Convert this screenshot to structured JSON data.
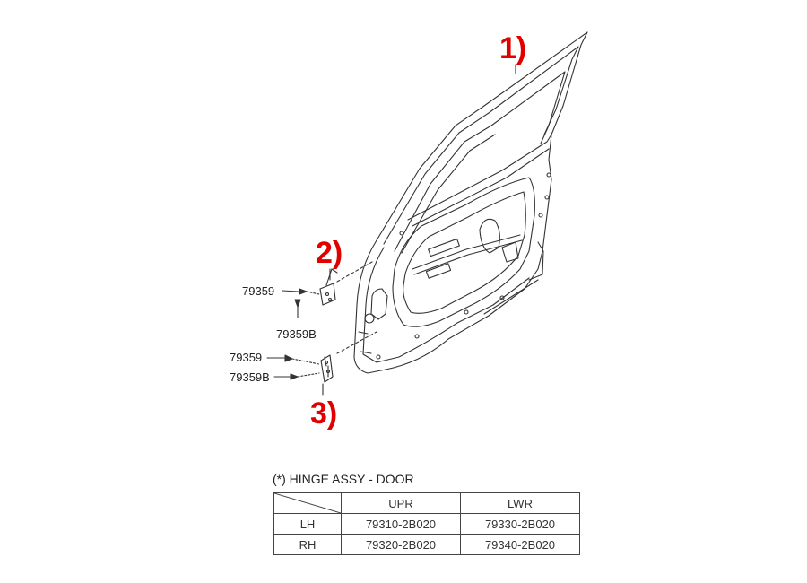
{
  "callouts": {
    "door": "1)",
    "upper_hinge": "2)",
    "lower_hinge": "3)"
  },
  "part_labels": {
    "upper_bolt": "79359",
    "upper_bolt_b": "79359B",
    "lower_bolt": "79359",
    "lower_bolt_b": "79359B"
  },
  "table": {
    "caption": "(*) HINGE ASSY - DOOR",
    "columns": [
      "UPR",
      "LWR"
    ],
    "rows": [
      {
        "side": "LH",
        "upr": "79310-2B020",
        "lwr": "79330-2B020"
      },
      {
        "side": "RH",
        "upr": "79320-2B020",
        "lwr": "79340-2B020"
      }
    ]
  },
  "colors": {
    "callout": "#e00000",
    "line": "#333333"
  }
}
